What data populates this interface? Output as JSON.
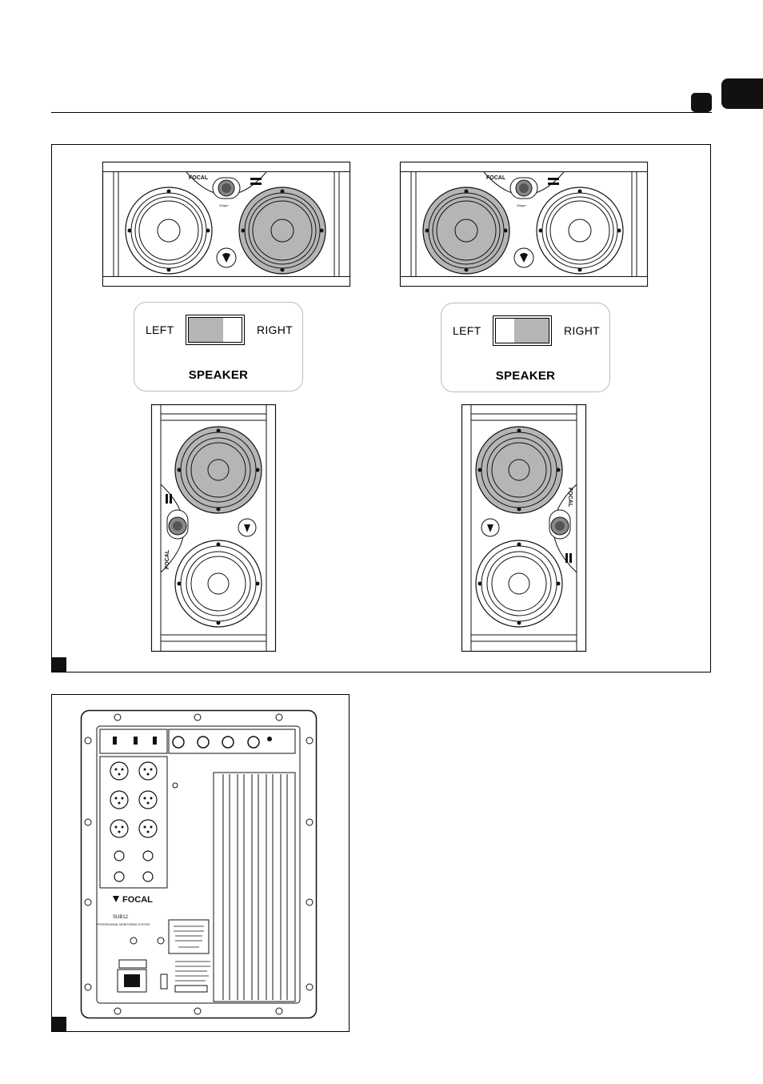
{
  "figure1": {
    "switch_left": {
      "left_label": "LEFT",
      "right_label": "RIGHT",
      "title": "SPEAKER",
      "selected": "left"
    },
    "switch_right": {
      "left_label": "LEFT",
      "right_label": "RIGHT",
      "title": "SPEAKER",
      "selected": "right"
    },
    "highlighted_driver": {
      "top_left": "right",
      "top_right": "left",
      "bottom_left": "top",
      "bottom_right": "top"
    }
  },
  "figure2": {
    "logo_text": "FOCAL",
    "model": "SUB12",
    "model_subtitle": "PROFESSIONAL MONITORING SYSTEM"
  },
  "colors": {
    "ink": "#111111",
    "highlight": "#b5b5b5",
    "panel_border": "#bbbbbb"
  }
}
